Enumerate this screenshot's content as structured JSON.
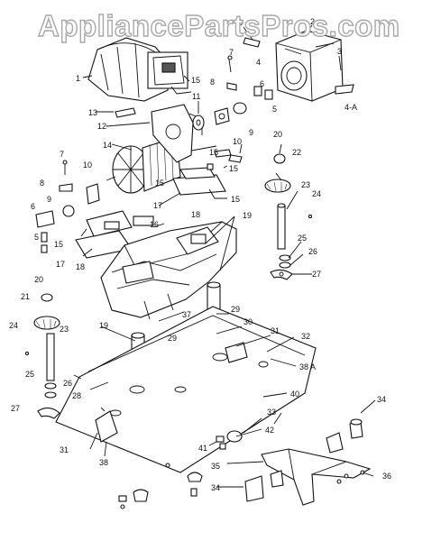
{
  "watermark": "AppliancePartsPros.com",
  "callouts": {
    "c1": "1",
    "c2": "2",
    "c3a": "3",
    "c3b": "3",
    "c4": "4",
    "c4a": "4-A",
    "c5a": "5",
    "c5b": "5",
    "c6a": "6",
    "c6b": "6",
    "c7a": "7",
    "c7b": "7",
    "c8a": "8",
    "c8b": "8",
    "c9a": "9",
    "c9b": "9",
    "c10a": "10",
    "c10b": "10",
    "c11": "11",
    "c12": "12",
    "c13": "13",
    "c14": "14",
    "c15a": "15",
    "c15b": "15",
    "c15c": "15",
    "c15d": "15",
    "c15e": "15",
    "c16": "16",
    "c17a": "17",
    "c17b": "17",
    "c18a": "18",
    "c18b": "18",
    "c19a": "19",
    "c19b": "19",
    "c20a": "20",
    "c20b": "20",
    "c21": "21",
    "c22": "22",
    "c23a": "23",
    "c23b": "23",
    "c24a": "24",
    "c24b": "24",
    "c25a": "25",
    "c25b": "25",
    "c26a": "26",
    "c26b": "26",
    "c27a": "27",
    "c27b": "27",
    "c28": "28",
    "c29a": "29",
    "c29b": "29",
    "c30": "30",
    "c31a": "31",
    "c31b": "31",
    "c32": "32",
    "c33": "33",
    "c34a": "34",
    "c34b": "34",
    "c35": "35",
    "c36": "36",
    "c37": "37",
    "c38": "38",
    "c38a": "38 A",
    "c40": "40",
    "c41": "41",
    "c42": "42"
  }
}
